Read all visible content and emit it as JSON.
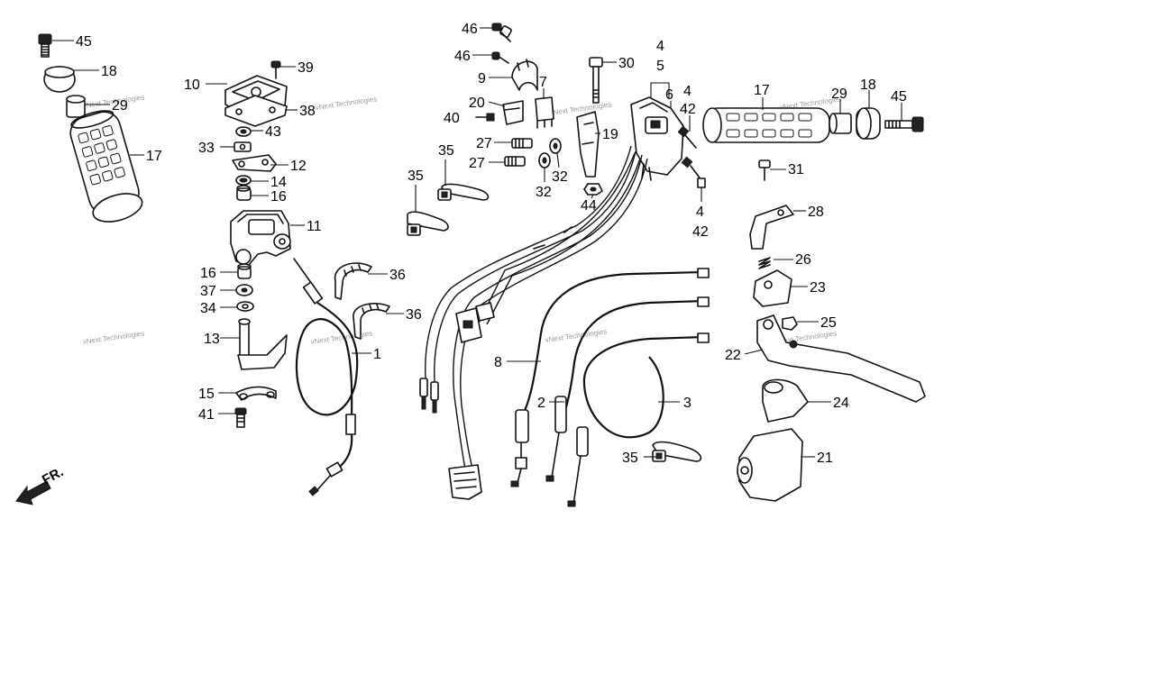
{
  "callouts": [
    {
      "id": "c45a",
      "text": "45"
    },
    {
      "id": "c18a",
      "text": "18"
    },
    {
      "id": "c29a",
      "text": "29"
    },
    {
      "id": "c17a",
      "text": "17"
    },
    {
      "id": "c10",
      "text": "10"
    },
    {
      "id": "c39",
      "text": "39"
    },
    {
      "id": "c38",
      "text": "38"
    },
    {
      "id": "c43",
      "text": "43"
    },
    {
      "id": "c33",
      "text": "33"
    },
    {
      "id": "c12",
      "text": "12"
    },
    {
      "id": "c14",
      "text": "14"
    },
    {
      "id": "c16a",
      "text": "16"
    },
    {
      "id": "c11",
      "text": "11"
    },
    {
      "id": "c16b",
      "text": "16"
    },
    {
      "id": "c37",
      "text": "37"
    },
    {
      "id": "c34",
      "text": "34"
    },
    {
      "id": "c13",
      "text": "13"
    },
    {
      "id": "c15",
      "text": "15"
    },
    {
      "id": "c41",
      "text": "41"
    },
    {
      "id": "c1",
      "text": "1"
    },
    {
      "id": "c36a",
      "text": "36"
    },
    {
      "id": "c36b",
      "text": "36"
    },
    {
      "id": "c35a",
      "text": "35"
    },
    {
      "id": "c35b",
      "text": "35"
    },
    {
      "id": "c46a",
      "text": "46"
    },
    {
      "id": "c46b",
      "text": "46"
    },
    {
      "id": "c9",
      "text": "9"
    },
    {
      "id": "c7",
      "text": "7"
    },
    {
      "id": "c20",
      "text": "20"
    },
    {
      "id": "c40",
      "text": "40"
    },
    {
      "id": "c27a",
      "text": "27"
    },
    {
      "id": "c27b",
      "text": "27"
    },
    {
      "id": "c32a",
      "text": "32"
    },
    {
      "id": "c32b",
      "text": "32"
    },
    {
      "id": "c30",
      "text": "30"
    },
    {
      "id": "c19",
      "text": "19"
    },
    {
      "id": "c44",
      "text": "44"
    },
    {
      "id": "c4a",
      "text": "4"
    },
    {
      "id": "c5",
      "text": "5"
    },
    {
      "id": "c6",
      "text": "6"
    },
    {
      "id": "c4b",
      "text": "4"
    },
    {
      "id": "c42a",
      "text": "42"
    },
    {
      "id": "c4c",
      "text": "4"
    },
    {
      "id": "c42b",
      "text": "42"
    },
    {
      "id": "c17b",
      "text": "17"
    },
    {
      "id": "c29b",
      "text": "29"
    },
    {
      "id": "c18b",
      "text": "18"
    },
    {
      "id": "c45b",
      "text": "45"
    },
    {
      "id": "c31",
      "text": "31"
    },
    {
      "id": "c28",
      "text": "28"
    },
    {
      "id": "c26",
      "text": "26"
    },
    {
      "id": "c23",
      "text": "23"
    },
    {
      "id": "c25",
      "text": "25"
    },
    {
      "id": "c22",
      "text": "22"
    },
    {
      "id": "c24",
      "text": "24"
    },
    {
      "id": "c21",
      "text": "21"
    },
    {
      "id": "c8",
      "text": "8"
    },
    {
      "id": "c2",
      "text": "2"
    },
    {
      "id": "c3",
      "text": "3"
    },
    {
      "id": "c35c",
      "text": "35"
    }
  ],
  "front_label": "FR.",
  "watermark": "vNext Technologies",
  "colors": {
    "line": "#111111",
    "background": "#ffffff",
    "watermark": "#9a9a9a"
  }
}
